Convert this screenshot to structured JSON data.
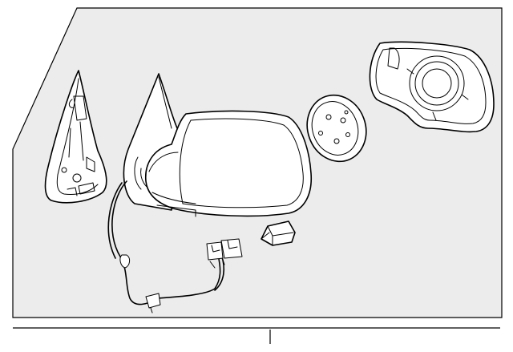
{
  "diagram": {
    "panel_fill": "#ececec",
    "line_color": "#000000",
    "parts": [
      {
        "id": "mirror-base-cover",
        "icon": "triangular-base-cover"
      },
      {
        "id": "mirror-housing-assembly",
        "icon": "side-mirror-housing"
      },
      {
        "id": "wiring-harness",
        "icon": "wire-harness-connectors"
      },
      {
        "id": "motor-plate",
        "icon": "round-motor-plate"
      },
      {
        "id": "mirror-glass-holder",
        "icon": "glass-backing-plate"
      },
      {
        "id": "harness-clip",
        "icon": "clip-connector"
      }
    ]
  }
}
